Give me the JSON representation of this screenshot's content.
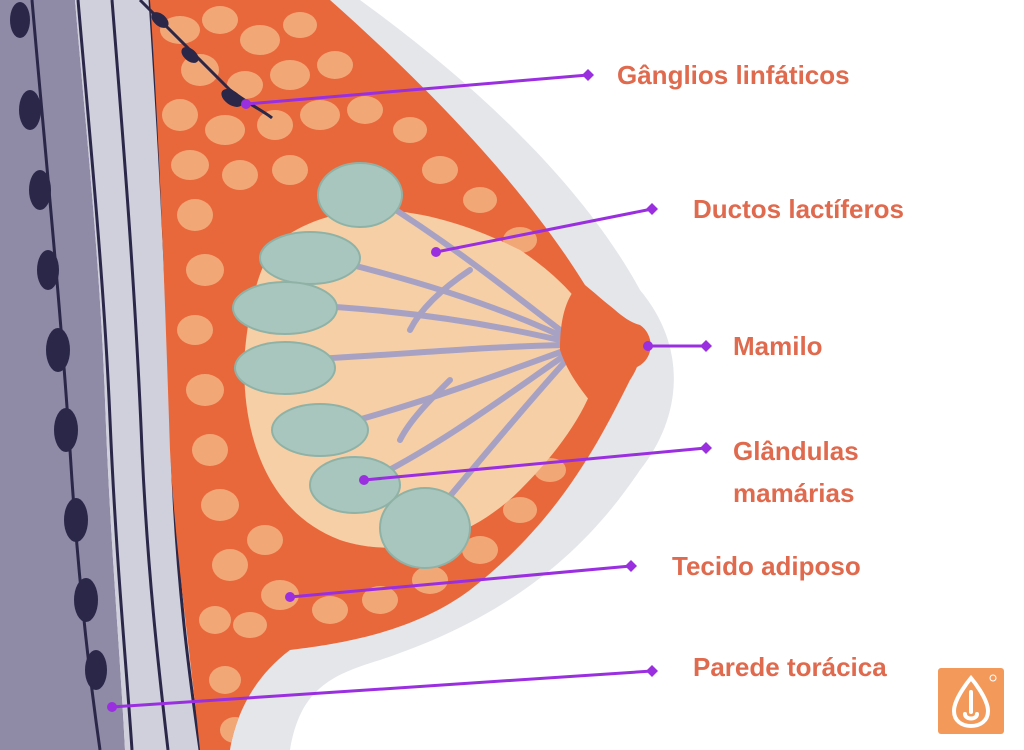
{
  "colors": {
    "label_text": "#e06a4e",
    "pointer_line": "#9a2fe0",
    "adipose_fill": "#f2a777",
    "adipose_border": "#e9683b",
    "lobule_fill": "#a8c6bd",
    "duct_fill": "#a7a2c4",
    "chest_wall": "#8f8aa6",
    "skin_outline": "#dcdde3",
    "logo_bg": "#f39a5b"
  },
  "labels": {
    "ganglios": "Gânglios linfáticos",
    "ductos": "Ductos lactíferos",
    "mamilo": "Mamilo",
    "glandulas_line1": "Glândulas",
    "glandulas_line2": "mamárias",
    "tecido": "Tecido adiposo",
    "parede": "Parede torácica"
  },
  "icons": {
    "logo": "drop-logo-icon"
  }
}
